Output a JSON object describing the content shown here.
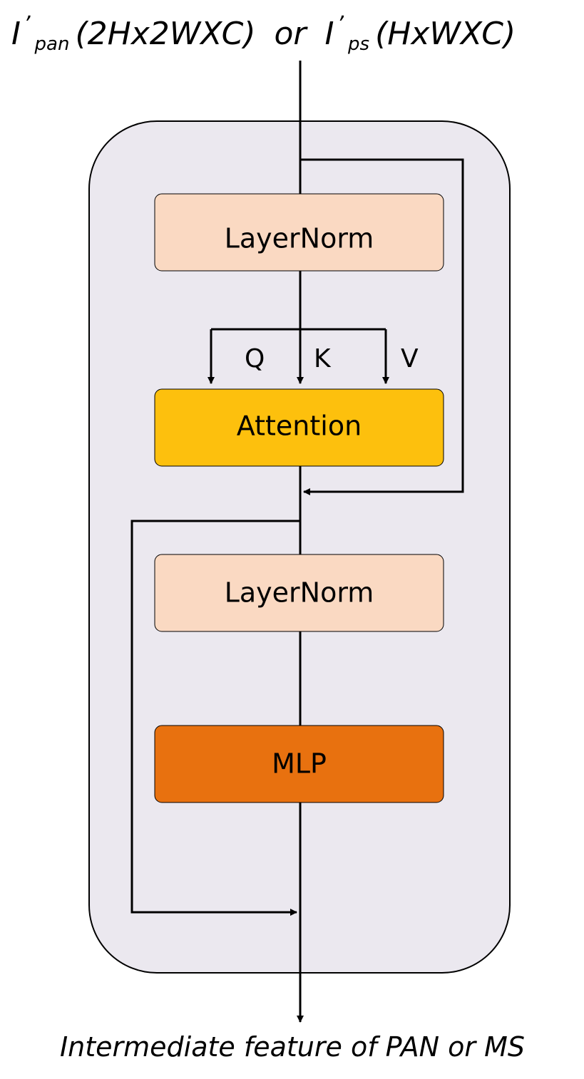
{
  "input_label": {
    "pan_symbol": "I",
    "pan_prime": "’",
    "pan_subscript": "pan",
    "pan_shape": "(2Hx2WXC)",
    "connector": "or",
    "ps_symbol": "I",
    "ps_prime": "’",
    "ps_subscript": "ps",
    "ps_shape": "(HxWXC)"
  },
  "blocks": {
    "layernorm_1": "LayerNorm",
    "attention": "Attention",
    "layernorm_2": "LayerNorm",
    "mlp": "MLP"
  },
  "qkv": {
    "q": "Q",
    "k": "K",
    "v": "V"
  },
  "output_label": "Intermediate feature of PAN or MS",
  "colors": {
    "container_fill": "#ebe8ef",
    "layernorm_fill": "#fad9c2",
    "attention_fill": "#fdc00d",
    "mlp_fill": "#e8710f",
    "line": "#000000"
  }
}
